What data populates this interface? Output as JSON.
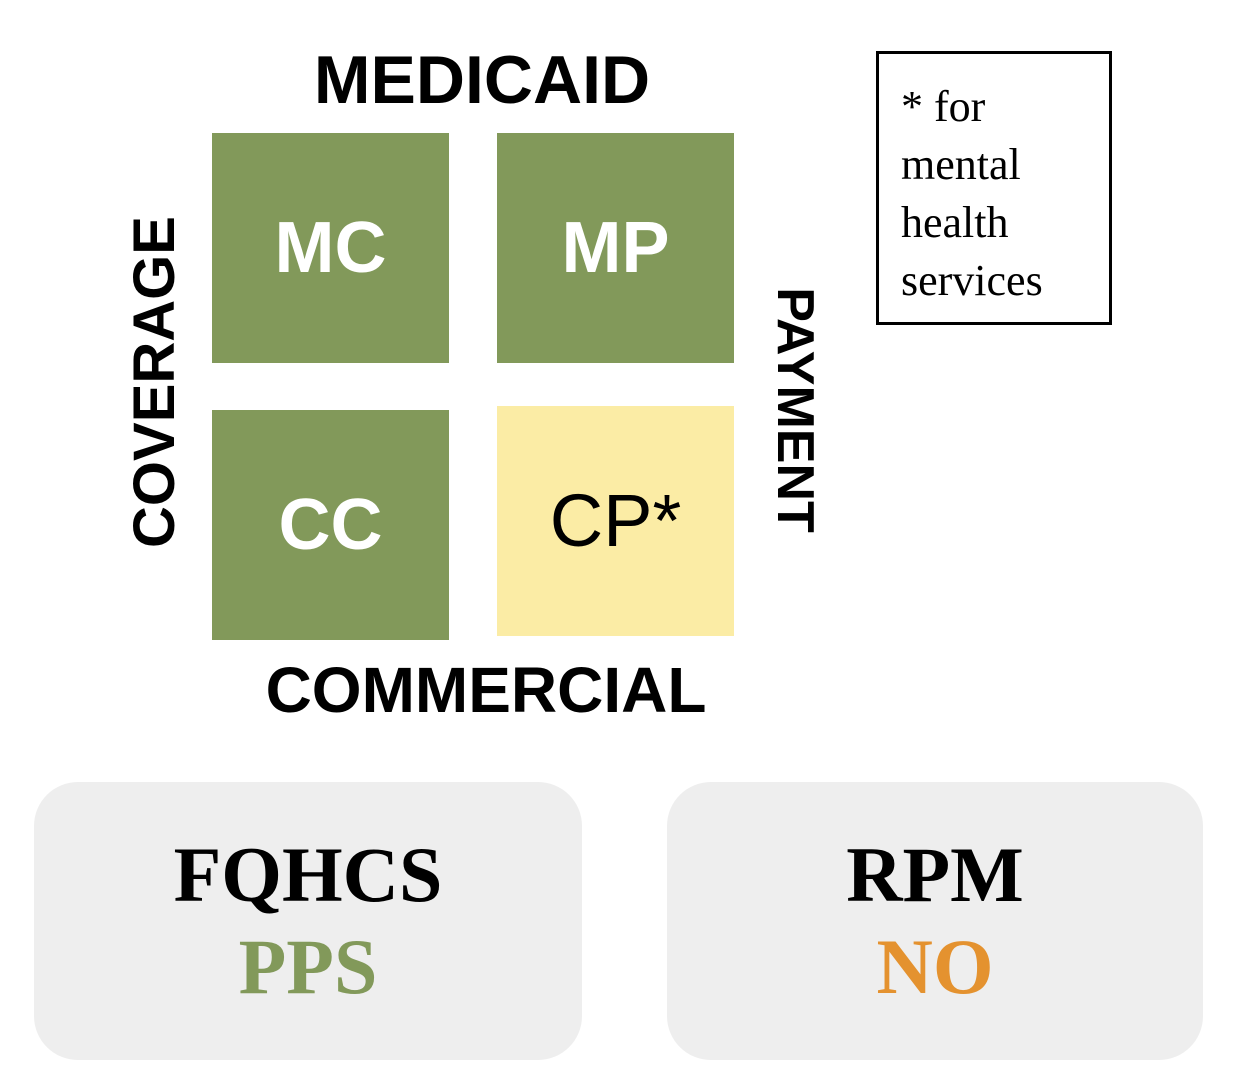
{
  "grid": {
    "top_label": "MEDICAID",
    "bottom_label": "COMMERCIAL",
    "left_label": "COVERAGE",
    "right_label": "PAYMENT",
    "cells": {
      "mc": "MC",
      "mp": "MP",
      "cc": "CC",
      "cp": "CP*"
    },
    "colors": {
      "green": "#82995a",
      "yellow": "#fbeca5"
    }
  },
  "note": {
    "lines": [
      "* for",
      "mental",
      "health",
      "services"
    ]
  },
  "panels": {
    "fqhcs": {
      "title": "FQHCS",
      "value": "PPS",
      "value_color": "#82995a"
    },
    "rpm": {
      "title": "RPM",
      "value": "NO",
      "value_color": "#e4922f"
    }
  }
}
